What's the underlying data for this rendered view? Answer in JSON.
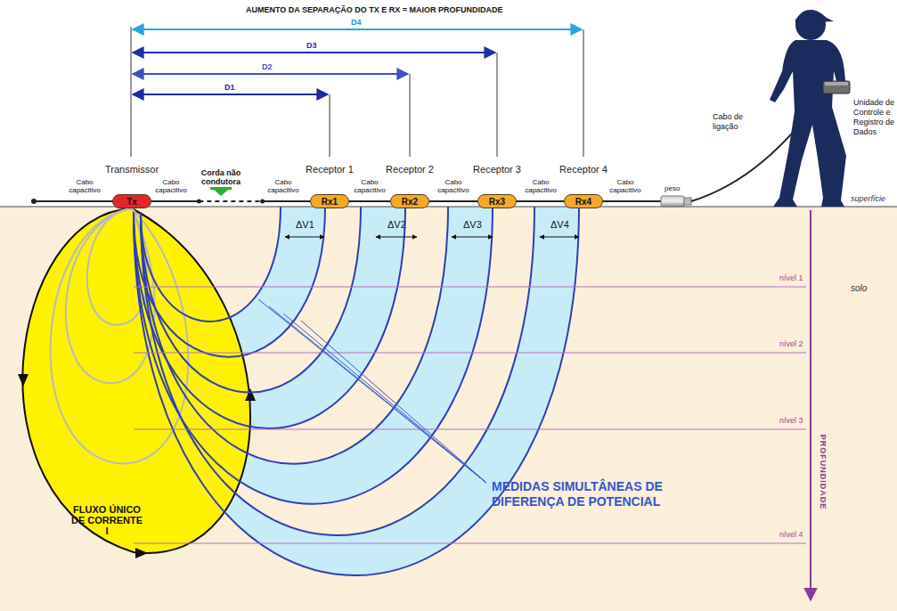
{
  "diagram": {
    "title": "AUMENTO DA SEPARAÇÃO DO TX E RX = MAIOR PROFUNDIDADE",
    "nodes": [
      {
        "text": [
          "Transmissor",
          "Tx"
        ]
      },
      {
        "text": [
          "Receptor 1",
          "Rx1"
        ]
      },
      {
        "text": [
          "Receptor 2",
          "Rx2"
        ]
      },
      {
        "text": [
          "Receptor 3",
          "Rx3"
        ]
      },
      {
        "text": [
          "Receptor 4",
          "Rx4"
        ]
      }
    ],
    "edges": [
      {
        "from": 0,
        "to": 1,
        "arrow": "none"
      },
      {
        "from": 1,
        "to": 2,
        "label": "Cabo capacitivo",
        "arrow": "none"
      },
      {
        "from": 2,
        "to": 3,
        "label": "Cabo capacitivo",
        "arrow": "none"
      },
      {
        "from": 3,
        "to": 4,
        "label": "Cabo capacitivo",
        "arrow": "none"
      }
    ],
    "labels": [
      "D4",
      "D3",
      "D2",
      "D1",
      "Corda não condutora",
      "Cabo capacitivo",
      "Cabo capacitivo",
      "Cabo capacitivo",
      "Cabo capacitivo",
      "peso",
      "Cabo de ligação",
      "Unidade de Controle e Registro de Dados",
      "superfície",
      "solo",
      "ΔV1",
      "ΔV2",
      "ΔV3",
      "ΔV4",
      "nível 1",
      "nível 2",
      "nível 3",
      "nível 4",
      "PROFUNDIDADE",
      "FLUXO ÚNICO DE CORRENTE I",
      "MEDIDAS SIMULTÂNEAS DE DIFERENÇA DE POTENCIAL"
    ]
  }
}
